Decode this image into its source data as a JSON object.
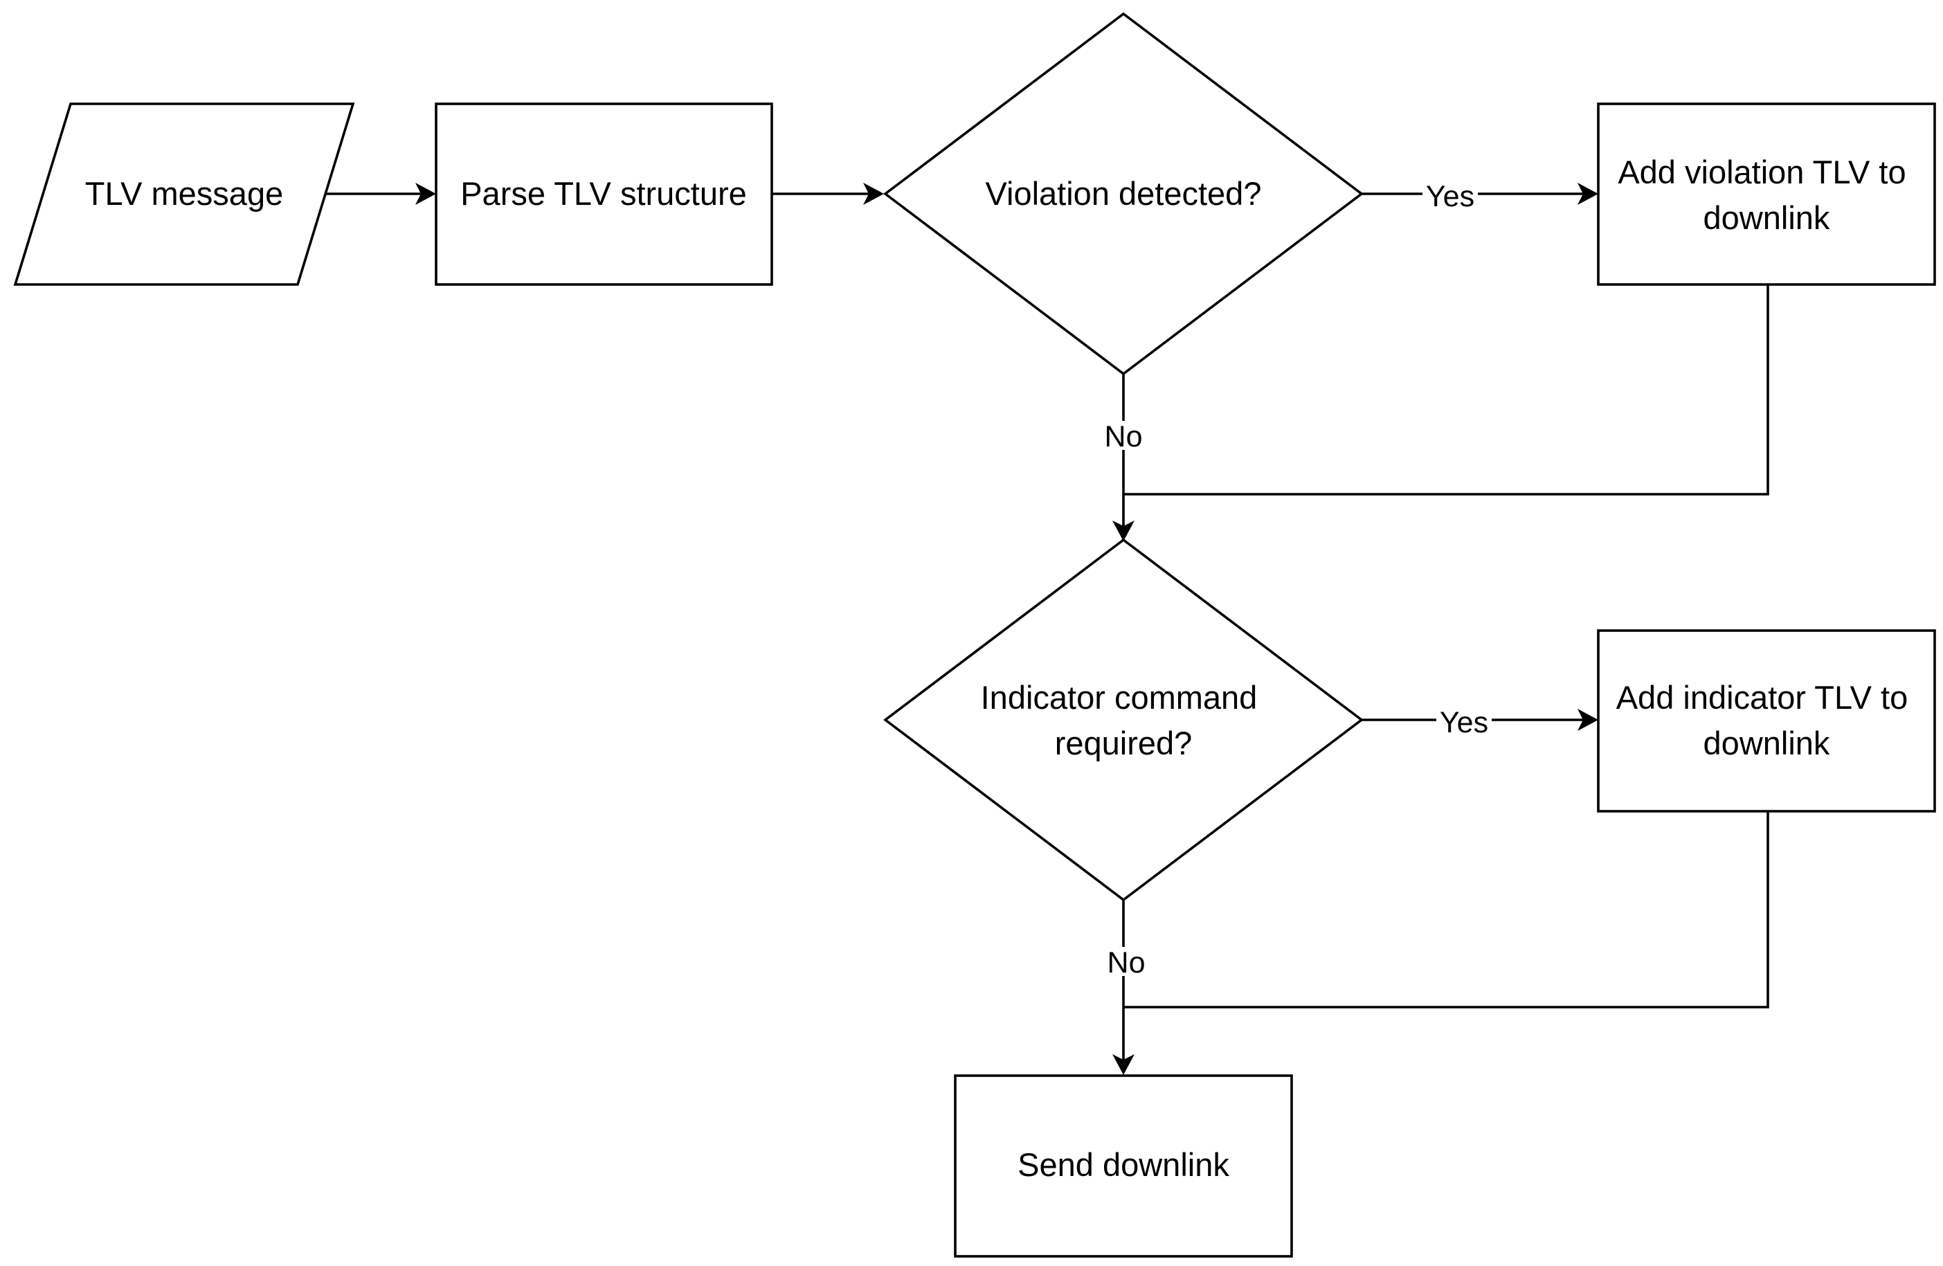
{
  "nodes": {
    "tlv_message": {
      "lines": [
        "TLV message"
      ]
    },
    "parse_tlv": {
      "lines": [
        "Parse TLV structure"
      ]
    },
    "violation_detected": {
      "lines": [
        "Violation detected?"
      ]
    },
    "add_violation": {
      "lines": [
        "Add violation TLV to",
        "downlink"
      ]
    },
    "indicator_required": {
      "lines": [
        "Indicator command",
        "required?"
      ]
    },
    "add_indicator": {
      "lines": [
        "Add indicator TLV to",
        "downlink"
      ]
    },
    "send_downlink": {
      "lines": [
        "Send downlink"
      ]
    }
  },
  "edge_labels": {
    "violation_yes": "Yes",
    "violation_no": "No",
    "indicator_yes": "Yes",
    "indicator_no": "No"
  },
  "colors": {
    "stroke": "#000000",
    "fill": "#ffffff",
    "background": "#ffffff"
  }
}
